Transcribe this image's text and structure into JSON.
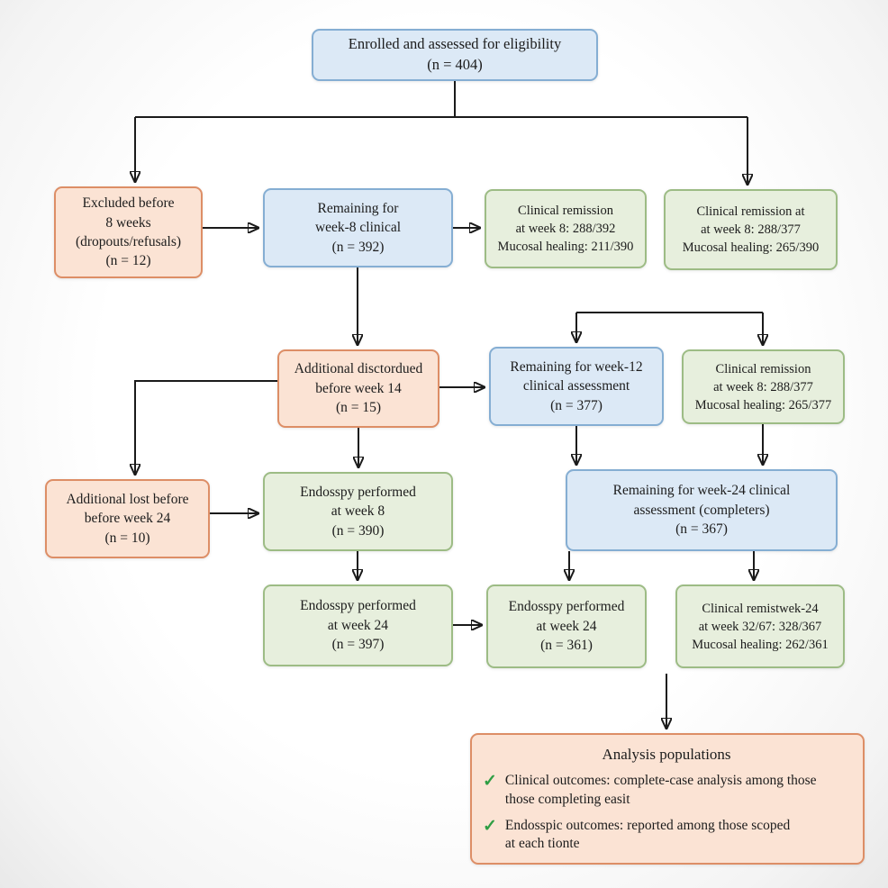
{
  "flowchart": {
    "boxes": {
      "enrolled": "Enrolled and assessed for eligibility\n(n = 404)",
      "excluded_week8": "Excluded before\n8 weeks\n(dropouts/refusals)\n(n = 12)",
      "remaining_week8": "Remaining for\nweek-8 clinical\n(n = 392)",
      "remission_week8_a": "Clinical remission\nat week 8: 288/392\nMucosal healing: 211/390",
      "remission_week8_b": "Clinical remission at\nat week 8: 288/377\nMucosal healing: 265/390",
      "discontinued_week14": "Additional disctordued\nbefore week 14\n(n = 15)",
      "remaining_week12": "Remaining for week-12\nclinical assessment\n(n = 377)",
      "remission_week12": "Clinical remission\nat week 8: 288/377\nMucosal healing: 265/377",
      "lost_week24": "Additional lost before\nbefore week 24\n(n = 10)",
      "endoscopy_week8": "Endosspy performed\nat week 8\n(n = 390)",
      "remaining_week24": "Remaining for week-24 clinical\nassessment (completers)\n(n = 367)",
      "endoscopy_week24_a": "Endosspy performed\nat week 24\n(n = 397)",
      "endoscopy_week24_b": "Endosspy performed\nat week 24\n(n = 361)",
      "remission_week24": "Clinical remistwek-24\nat week 32/67: 328/367\nMucosal healing: 262/361"
    },
    "analysis": {
      "title": "Analysis populations",
      "check_icon": "✓",
      "items": [
        "Clinical outcomes: complete-case analysis among those\nthose completing easit",
        "Endosspic outcomes: reported among those scoped\nat each tionte"
      ]
    },
    "colors": {
      "blue_fill": "#dce9f6",
      "blue_border": "#85aed3",
      "green_fill": "#e7efdd",
      "green_border": "#9dbc85",
      "orange_fill": "#fbe3d4",
      "orange_border": "#dd8e66",
      "arrow": "#1a1a1a",
      "check": "#2f9e44"
    }
  }
}
